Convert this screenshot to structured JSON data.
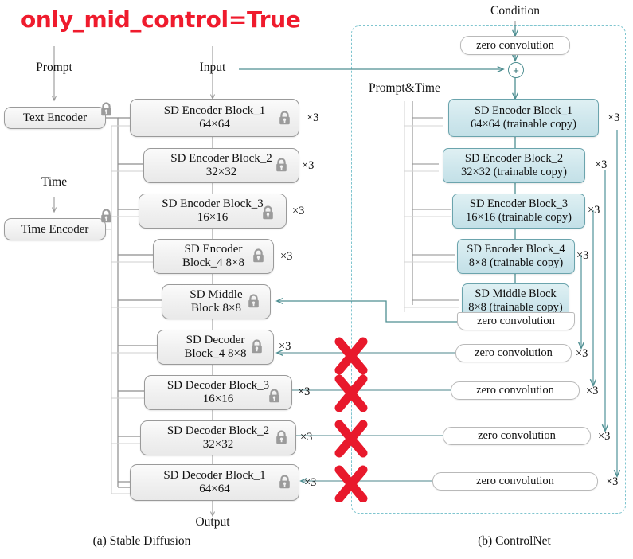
{
  "title": "only_mid_control=True",
  "colors": {
    "title_red": "#ef1b2d",
    "teal_line": "#4f8f92",
    "dashed_border": "#7fc5cf",
    "cn_box_fill": "#cde6ec",
    "sd_box_fill": "#f0f0f0",
    "x_mark_red": "#e8192c",
    "gray_wire": "#8a8a8a"
  },
  "labels": {
    "prompt": "Prompt",
    "time": "Time",
    "input": "Input",
    "output": "Output",
    "condition": "Condition",
    "prompt_and_time": "Prompt&Time",
    "repeat": "×3",
    "plus": "+"
  },
  "captions": {
    "left": "(a) Stable Diffusion",
    "right": "(b) ControlNet"
  },
  "sd": {
    "encoders": [
      {
        "name": "Text Encoder"
      },
      {
        "name": "Time Encoder"
      }
    ],
    "blocks": [
      {
        "l1": "SD Encoder Block_1",
        "l2": "64×64",
        "repeat": "×3",
        "locked": true
      },
      {
        "l1": "SD Encoder Block_2",
        "l2": "32×32",
        "repeat": "×3",
        "locked": true
      },
      {
        "l1": "SD Encoder Block_3",
        "l2": "16×16",
        "repeat": "×3",
        "locked": true
      },
      {
        "l1": "SD Encoder",
        "l2": "Block_4 8×8",
        "repeat": "×3",
        "locked": true
      },
      {
        "l1": "SD Middle",
        "l2": "Block 8×8",
        "repeat": "",
        "locked": true
      },
      {
        "l1": "SD Decoder",
        "l2": "Block_4 8×8",
        "repeat": "×3",
        "locked": true
      },
      {
        "l1": "SD Decoder Block_3",
        "l2": "16×16",
        "repeat": "×3",
        "locked": true
      },
      {
        "l1": "SD Decoder Block_2",
        "l2": "32×32",
        "repeat": "×3",
        "locked": true
      },
      {
        "l1": "SD Decoder Block_1",
        "l2": "64×64",
        "repeat": "×3",
        "locked": true
      }
    ]
  },
  "controlnet": {
    "top_zero_conv": "zero convolution",
    "blocks": [
      {
        "l1": "SD Encoder Block_1",
        "l2": "64×64 (trainable copy)",
        "repeat": "×3"
      },
      {
        "l1": "SD Encoder Block_2",
        "l2": "32×32 (trainable copy)",
        "repeat": "×3"
      },
      {
        "l1": "SD Encoder Block_3",
        "l2": "16×16 (trainable copy)",
        "repeat": "×3"
      },
      {
        "l1": "SD Encoder Block_4",
        "l2": "8×8 (trainable copy)",
        "repeat": "×3"
      },
      {
        "l1": "SD Middle Block",
        "l2": "8×8 (trainable copy)",
        "repeat": ""
      }
    ],
    "zero_convs": [
      {
        "label": "zero convolution",
        "repeat": "",
        "disabled": false
      },
      {
        "label": "zero convolution",
        "repeat": "×3",
        "disabled": true
      },
      {
        "label": "zero convolution",
        "repeat": "×3",
        "disabled": true
      },
      {
        "label": "zero convolution",
        "repeat": "×3",
        "disabled": true
      },
      {
        "label": "zero convolution",
        "repeat": "×3",
        "disabled": true
      }
    ]
  }
}
